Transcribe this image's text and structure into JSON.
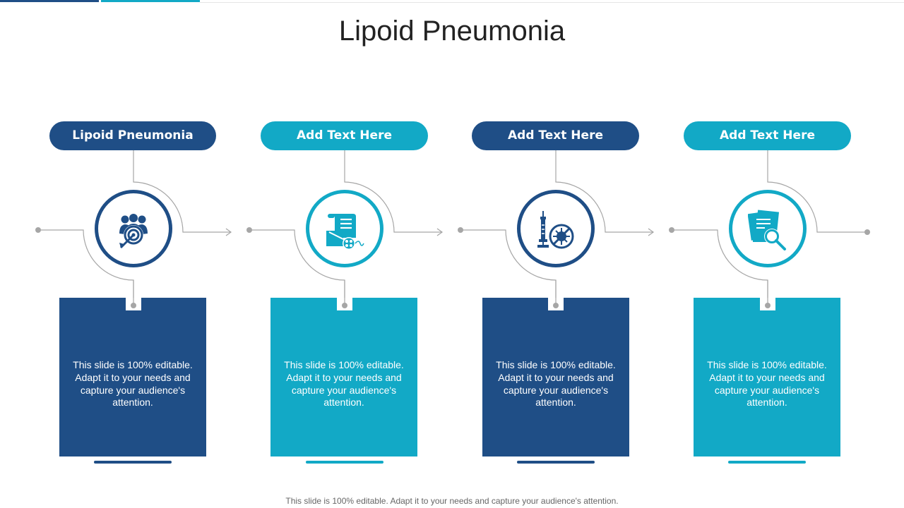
{
  "slide": {
    "title": "Lipoid Pneumonia",
    "footer": "This slide is 100% editable. Adapt it to your needs and capture your audience's attention."
  },
  "colors": {
    "dark": "#1f4e86",
    "light": "#12a9c6",
    "connector": "#a6a6a6"
  },
  "steps": [
    {
      "heading": "Lipoid Pneumonia",
      "body": "This slide is 100% editable. Adapt it to your needs and capture your audience's attention.",
      "icon": "group-target-icon",
      "theme": "dark"
    },
    {
      "heading": "Add Text Here",
      "body": "This slide is 100% editable. Adapt it to your needs and capture your audience's attention.",
      "icon": "prescription-pills-icon",
      "theme": "light"
    },
    {
      "heading": "Add Text Here",
      "body": "This slide is 100% editable. Adapt it to your needs and capture your audience's attention.",
      "icon": "vaccine-virus-icon",
      "theme": "dark"
    },
    {
      "heading": "Add Text Here",
      "body": "This slide is 100% editable. Adapt it to your needs and capture your audience's attention.",
      "icon": "document-search-icon",
      "theme": "light"
    }
  ]
}
